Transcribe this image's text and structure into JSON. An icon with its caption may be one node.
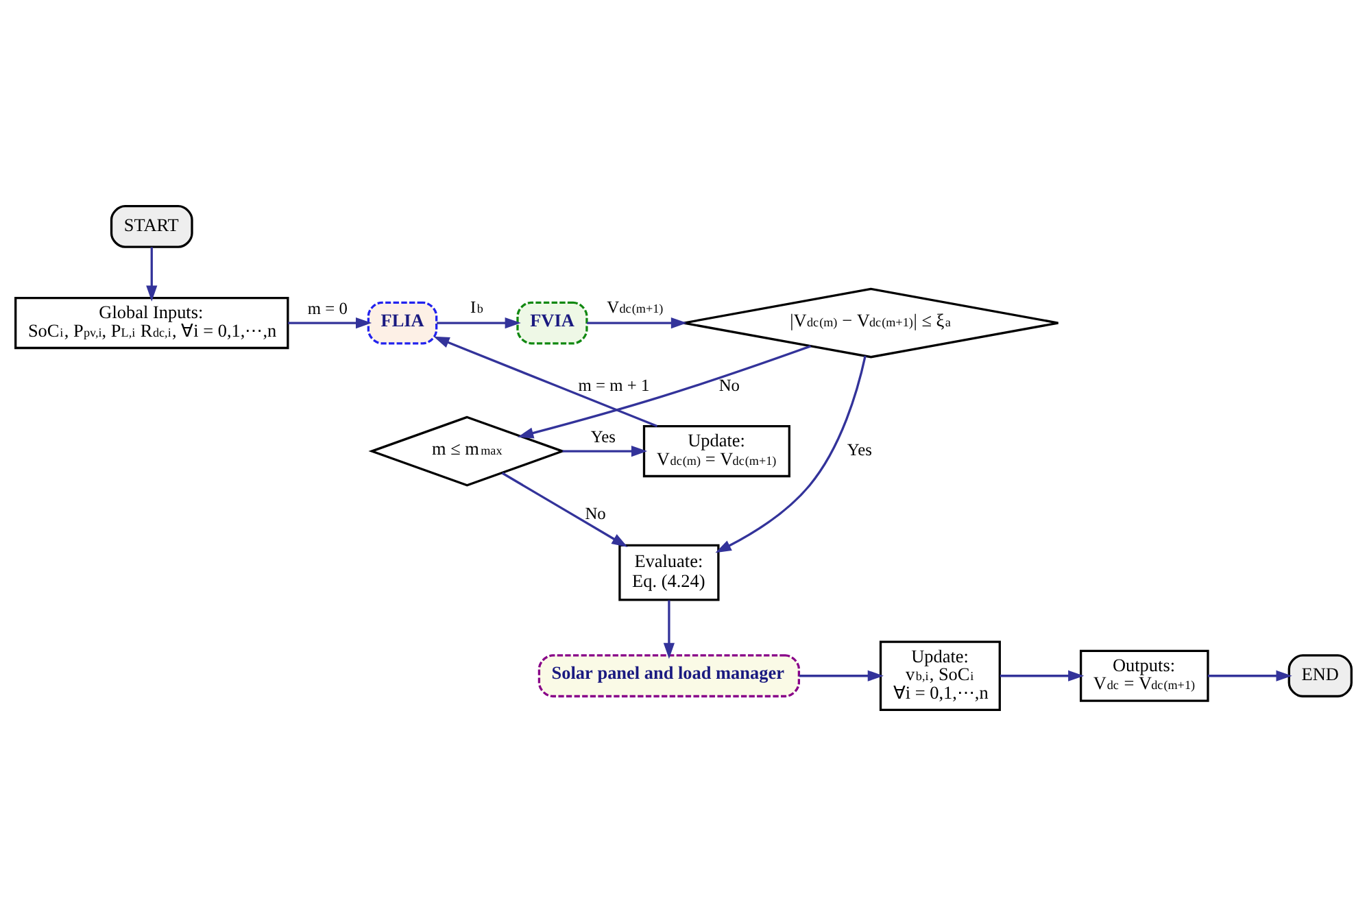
{
  "diagram": {
    "nodes": [
      {
        "text": [
          "START"
        ]
      },
      {
        "text": [
          "Global Inputs:",
          "SoC$_{i}$, P$_{pv,i}$, P$_{L,i}$ R$_{dc,i}$, ∀i = 0,1,⋯,n"
        ]
      },
      {
        "text": [
          "FLIA"
        ]
      },
      {
        "text": [
          "FVIA"
        ]
      },
      {
        "text": [
          "|V$_{dc}$$^{(m)}$ − V$_{dc}$$^{(m+1)}$| ≤ ξ$_{a}$"
        ]
      },
      {
        "text": [
          "Update:",
          "V$_{dc}$$^{(m)}$ = V$_{dc}$$^{(m+1)}$"
        ]
      },
      {
        "text": [
          "m ≤ m$_{max}$"
        ]
      },
      {
        "text": [
          "Evaluate:",
          "Eq. (4.24)"
        ]
      },
      {
        "text": [
          "Solar panel and load manager"
        ]
      },
      {
        "text": [
          "Update:",
          "v$_{b,i}$, SoC$_{i}$",
          "∀i = 0,1,⋯,n"
        ]
      },
      {
        "text": [
          "Outputs:",
          "V$_{dc}$ = V$_{dc}$$^{(m+1)}$"
        ]
      },
      {
        "text": [
          "END"
        ]
      }
    ],
    "edges": [
      {
        "from": 0,
        "to": 1,
        "arrow": "to"
      },
      {
        "from": 1,
        "to": 2,
        "arrow": "to",
        "label": "m = 0"
      },
      {
        "from": 2,
        "to": 3,
        "arrow": "to",
        "label": "I$_{b}$"
      },
      {
        "from": 3,
        "to": 4,
        "arrow": "to",
        "label": "V$_{dc}$$^{(m+1)}$"
      },
      {
        "from": 4,
        "to": 7,
        "arrow": "to",
        "label": "Yes"
      },
      {
        "from": 4,
        "to": 6,
        "arrow": "to",
        "label": "No"
      },
      {
        "from": 6,
        "to": 5,
        "arrow": "to",
        "label": "Yes"
      },
      {
        "from": 5,
        "to": 2,
        "arrow": "to",
        "label": "m = m + 1"
      },
      {
        "from": 6,
        "to": 7,
        "arrow": "to",
        "label": "No"
      },
      {
        "from": 7,
        "to": 8,
        "arrow": "to"
      },
      {
        "from": 8,
        "to": 9,
        "arrow": "to"
      },
      {
        "from": 9,
        "to": 10,
        "arrow": "to"
      },
      {
        "from": 10,
        "to": 11,
        "arrow": "to"
      }
    ]
  }
}
